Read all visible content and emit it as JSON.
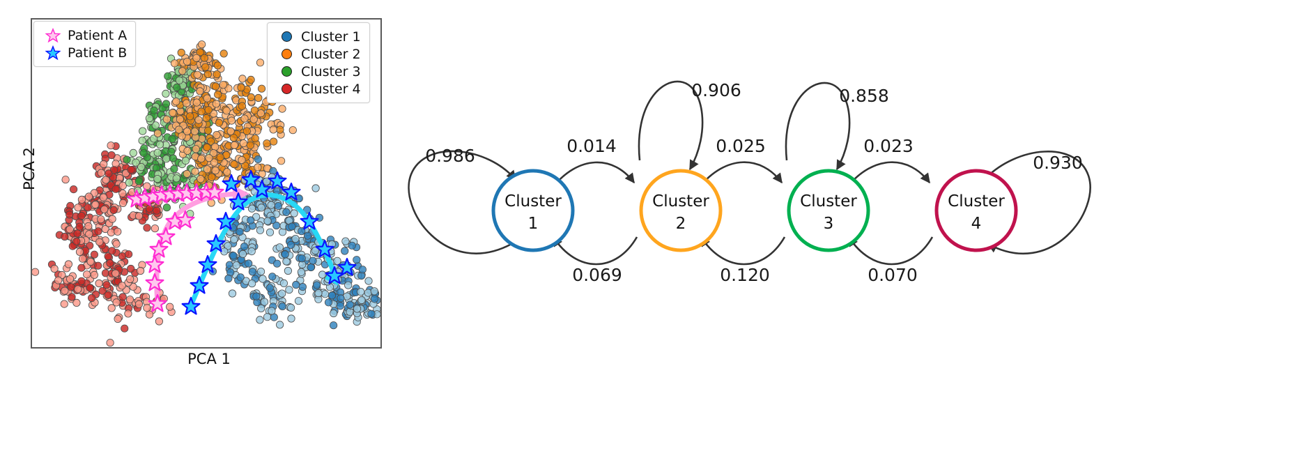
{
  "figure": {
    "panels": [
      "pca-scatter",
      "markov-chain-diagram"
    ]
  },
  "scatter": {
    "xlabel": "PCA 1",
    "ylabel": "PCA 2",
    "patient_legend": [
      {
        "label": "Patient A",
        "icon": "star-icon",
        "color": "#FF2BD1",
        "edge": "#FF2BD1",
        "fill": "#FFC8EE"
      },
      {
        "label": "Patient B",
        "icon": "star-icon",
        "color": "#0A12FF",
        "edge": "#0A12FF",
        "fill": "#28C8FF"
      }
    ],
    "cluster_legend": [
      {
        "label": "Cluster 1",
        "icon": "circle-marker-icon",
        "color": "#1f77b4"
      },
      {
        "label": "Cluster 2",
        "icon": "circle-marker-icon",
        "color": "#ff7f0e"
      },
      {
        "label": "Cluster 3",
        "icon": "circle-marker-icon",
        "color": "#2ca02c"
      },
      {
        "label": "Cluster 4",
        "icon": "circle-marker-icon",
        "color": "#d62728"
      }
    ],
    "trajectory_a_color": "#FF9EE0",
    "trajectory_b_color": "#28D8F5"
  },
  "chart_data": {
    "type": "scatter",
    "title": "",
    "xlabel": "PCA 1",
    "ylabel": "PCA 2",
    "legend_position": "top-left and top-right",
    "grid": false,
    "series": [
      {
        "name": "Cluster 1",
        "color": "#1f77b4",
        "n_points": 420,
        "region": "right-lower lobe"
      },
      {
        "name": "Cluster 2",
        "color": "#ff7f0e",
        "n_points": 430,
        "region": "top-center"
      },
      {
        "name": "Cluster 3",
        "color": "#2ca02c",
        "n_points": 300,
        "region": "upper-left"
      },
      {
        "name": "Cluster 4",
        "color": "#d62728",
        "n_points": 380,
        "region": "left-lower"
      },
      {
        "name": "Patient A",
        "color": "#FF2BD1",
        "marker": "star",
        "n_points": 17,
        "region": "left-center trajectory"
      },
      {
        "name": "Patient B",
        "color": "#0A12FF",
        "marker": "star",
        "n_points": 14,
        "region": "right-center trajectory"
      }
    ]
  },
  "markov": {
    "type": "state-transition-diagram",
    "nodes": [
      {
        "id": "c1",
        "line1": "Cluster",
        "line2": "1",
        "color": "#1f77b4"
      },
      {
        "id": "c2",
        "line1": "Cluster",
        "line2": "2",
        "color": "#FFA51E"
      },
      {
        "id": "c3",
        "line1": "Cluster",
        "line2": "3",
        "color": "#00B050"
      },
      {
        "id": "c4",
        "line1": "Cluster",
        "line2": "4",
        "color": "#C0124D"
      }
    ],
    "self_loops": [
      {
        "node": "c1",
        "value": "0.986"
      },
      {
        "node": "c2",
        "value": "0.906"
      },
      {
        "node": "c3",
        "value": "0.858"
      },
      {
        "node": "c4",
        "value": "0.930"
      }
    ],
    "forward_transitions": [
      {
        "from": "c1",
        "to": "c2",
        "value": "0.014"
      },
      {
        "from": "c2",
        "to": "c3",
        "value": "0.025"
      },
      {
        "from": "c3",
        "to": "c4",
        "value": "0.023"
      }
    ],
    "backward_transitions": [
      {
        "from": "c2",
        "to": "c1",
        "value": "0.069"
      },
      {
        "from": "c3",
        "to": "c2",
        "value": "0.120"
      },
      {
        "from": "c4",
        "to": "c3",
        "value": "0.070"
      }
    ]
  }
}
